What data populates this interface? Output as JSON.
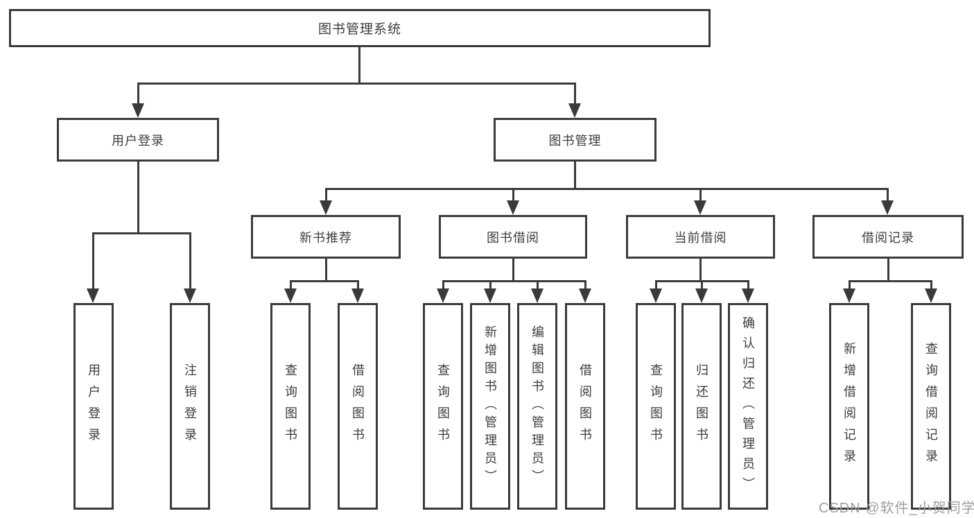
{
  "colors": {
    "line": "#3a3a3a",
    "text": "#3d3d3d",
    "background": "#ffffff",
    "watermark": "#9e9e9e"
  },
  "diagram": {
    "title": {
      "label": "图书管理系统"
    },
    "branches": [
      {
        "label": "用户登录",
        "children": [
          {
            "label": "用户登录"
          },
          {
            "label": "注销登录"
          }
        ]
      },
      {
        "label": "图书管理",
        "sections": [
          {
            "label": "新书推荐",
            "children": [
              {
                "label": "查询图书"
              },
              {
                "label": "借阅图书"
              }
            ]
          },
          {
            "label": "图书借阅",
            "children": [
              {
                "label": "查询图书"
              },
              {
                "label": "新增图书（管理员）"
              },
              {
                "label": "编辑图书（管理员）"
              },
              {
                "label": "借阅图书"
              }
            ]
          },
          {
            "label": "当前借阅",
            "children": [
              {
                "label": "查询图书"
              },
              {
                "label": "归还图书"
              },
              {
                "label": "确认归还（管理员）"
              }
            ]
          },
          {
            "label": "借阅记录",
            "children": [
              {
                "label": "新增借阅记录"
              },
              {
                "label": "查询借阅记录"
              }
            ]
          }
        ]
      }
    ]
  },
  "watermark": {
    "text": "CSDN @软件_小贺同学"
  }
}
